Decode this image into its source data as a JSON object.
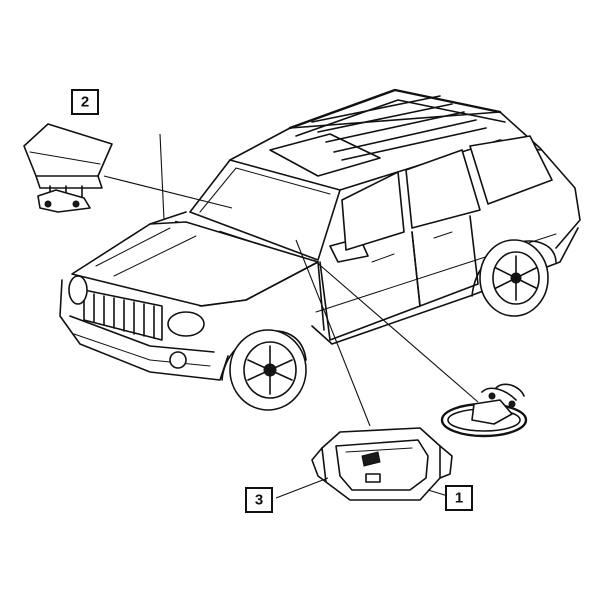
{
  "callouts": [
    {
      "number": "1",
      "part": "driver-airbag-module"
    },
    {
      "number": "2",
      "part": "passenger-airbag-module"
    },
    {
      "number": "3",
      "part": "steering-wheel-airbag-cover"
    }
  ]
}
